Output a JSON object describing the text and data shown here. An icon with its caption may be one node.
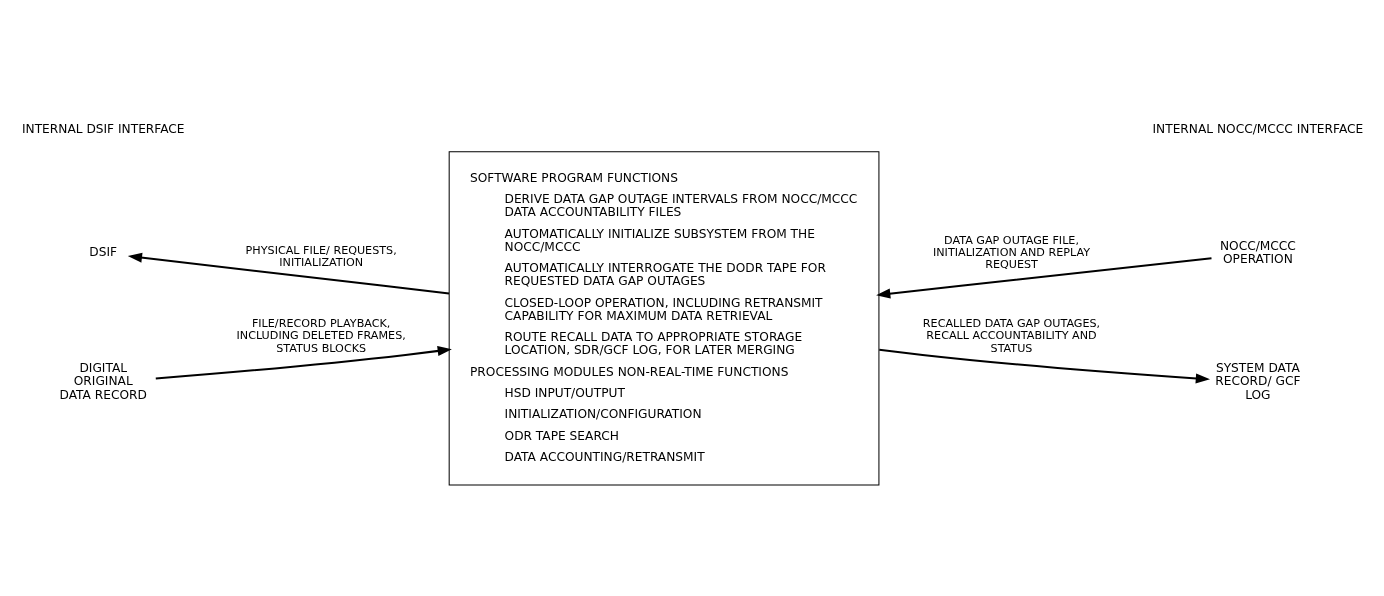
{
  "diagram": {
    "nodes": [
      {
        "text": [
          "DSIF"
        ]
      },
      {
        "text": [
          "DIGITAL ORIGINAL DATA RECORD"
        ]
      },
      {
        "text": [
          "SOFTWARE PROGRAM FUNCTIONS",
          "DERIVE DATA GAP OUTAGE INTERVALS FROM NOCC/MCCC DATA ACCOUNTABILITY FILES",
          "AUTOMATICALLY INITIALIZE SUBSYSTEM FROM THE NOCC/MCCC",
          "AUTOMATICALLY INTERROGATE THE DODR TAPE FOR REQUESTED DATA GAP OUTAGES",
          "CLOSED-LOOP OPERATION, INCLUDING RETRANSMIT CAPABILITY FOR MAXIMUM DATA RETRIEVAL",
          "ROUTE RECALL DATA TO APPROPRIATE STORAGE LOCATION, SDR/GCF LOG, FOR LATER MERGING",
          "PROCESSING MODULES NON-REAL-TIME FUNCTIONS",
          "HSD INPUT/OUTPUT",
          "INITIALIZATION/CONFIGURATION",
          "ODR TAPE SEARCH",
          "DATA ACCOUNTING/RETRANSMIT"
        ]
      },
      {
        "text": [
          "NOCC/MCCC OPERATION"
        ]
      },
      {
        "text": [
          "SYSTEM DATA RECORD/ GCF LOG"
        ]
      }
    ],
    "edges": [
      {
        "from": 2,
        "to": 0,
        "arrow": "to",
        "label": "PHYSICAL FILE/ REQUESTS, INITIALIZATION"
      },
      {
        "from": 1,
        "to": 2,
        "arrow": "to",
        "label": "FILE/RECORD PLAYBACK, INCLUDING DELETED FRAMES, STATUS BLOCKS"
      },
      {
        "from": 3,
        "to": 2,
        "arrow": "to",
        "label": "DATA GAP OUTAGE FILE, INITIALIZATION AND REPLAY REQUEST"
      },
      {
        "from": 2,
        "to": 4,
        "arrow": "to",
        "label": "RECALLED DATA GAP OUTAGES, RECALL ACCOUNTABILITY AND STATUS"
      }
    ],
    "labels": [
      "INTERNAL DSIF INTERFACE",
      "INTERNAL NOCC/MCCC INTERFACE"
    ]
  }
}
